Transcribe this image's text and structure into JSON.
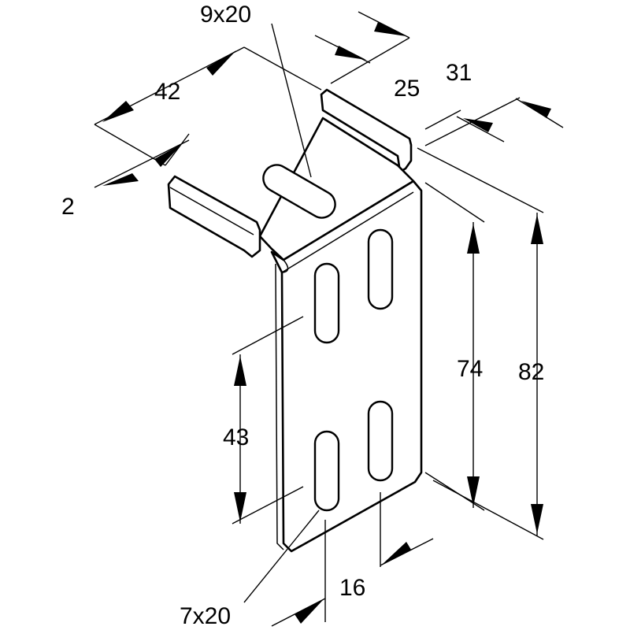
{
  "dimensions": {
    "slot_top": "9x20",
    "overall_width": "42",
    "flange_depth": "25",
    "plate_depth": "31",
    "thickness": "2",
    "inner_height": "74",
    "overall_height": "82",
    "slot_spacing": "43",
    "slot_pitch": "16",
    "slot_side": "7x20"
  }
}
